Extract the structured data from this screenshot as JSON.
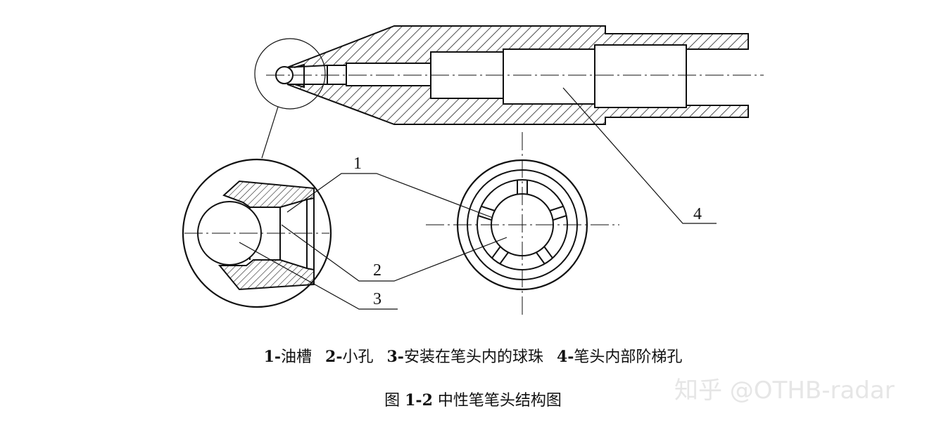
{
  "labels": {
    "l1": "1",
    "l2": "2",
    "l3": "3",
    "l4": "4"
  },
  "legend": [
    {
      "num": "1-",
      "text": "油槽"
    },
    {
      "num": "2-",
      "text": "小孔"
    },
    {
      "num": "3-",
      "text": "安装在笔头内的球珠"
    },
    {
      "num": "4-",
      "text": "笔头内部阶梯孔"
    }
  ],
  "caption": {
    "prefix": "图 ",
    "num": "1-2",
    "text": " 中性笔笔头结构图"
  },
  "watermark": "知乎 @OTHB-radar"
}
